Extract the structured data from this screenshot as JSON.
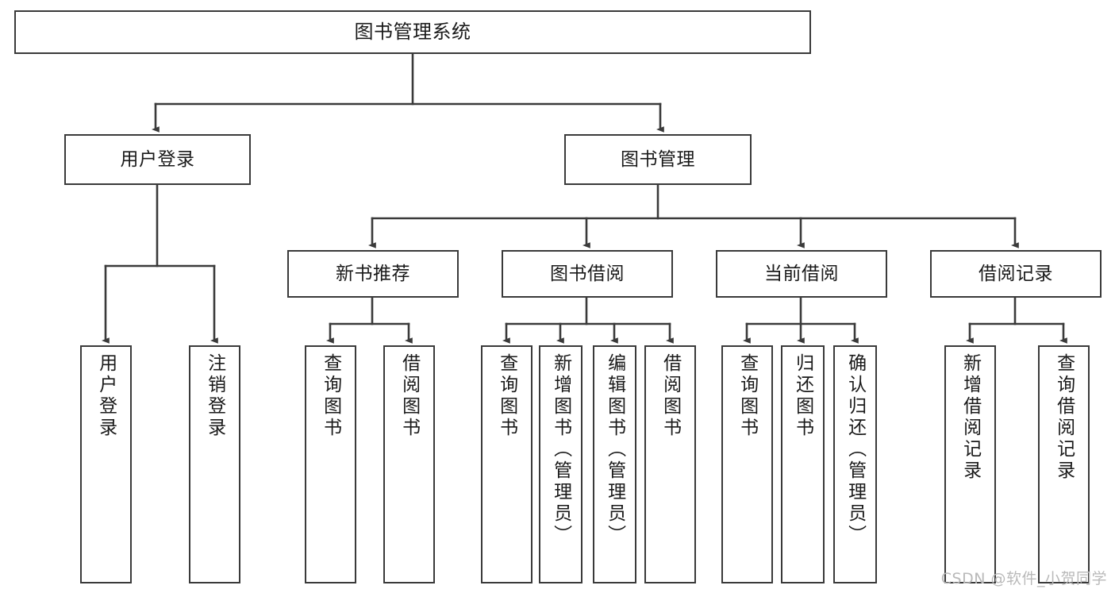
{
  "diagram": {
    "type": "tree",
    "title": "图书管理系统",
    "orientation": "top-down",
    "colors": {
      "box_border": "#3a3a3a",
      "box_fill": "#ffffff",
      "edge": "#3a3a3a",
      "text": "#1a1a1a",
      "watermark": "#b9b9b9",
      "background": "#ffffff"
    },
    "root": {
      "id": "root",
      "label": "图书管理系统"
    },
    "level1": [
      {
        "id": "l1-user-login",
        "label": "用户登录"
      },
      {
        "id": "l1-book-manage",
        "label": "图书管理"
      }
    ],
    "level2": [
      {
        "id": "l2-new-book-rec",
        "label": "新书推荐",
        "parent": "l1-book-manage"
      },
      {
        "id": "l2-book-borrow",
        "label": "图书借阅",
        "parent": "l1-book-manage"
      },
      {
        "id": "l2-current-borrow",
        "label": "当前借阅",
        "parent": "l1-book-manage"
      },
      {
        "id": "l2-borrow-record",
        "label": "借阅记录",
        "parent": "l1-book-manage"
      }
    ],
    "leaves": [
      {
        "id": "leaf-user-login",
        "label": "用户登录",
        "parent": "l1-user-login"
      },
      {
        "id": "leaf-logout",
        "label": "注销登录",
        "parent": "l1-user-login"
      },
      {
        "id": "leaf-rec-query",
        "label": "查询图书",
        "parent": "l2-new-book-rec"
      },
      {
        "id": "leaf-rec-borrow",
        "label": "借阅图书",
        "parent": "l2-new-book-rec"
      },
      {
        "id": "leaf-borrow-query",
        "label": "查询图书",
        "parent": "l2-book-borrow"
      },
      {
        "id": "leaf-borrow-add",
        "label": "新增图书（管理员）",
        "parent": "l2-book-borrow"
      },
      {
        "id": "leaf-borrow-edit",
        "label": "编辑图书（管理员）",
        "parent": "l2-book-borrow"
      },
      {
        "id": "leaf-borrow-do",
        "label": "借阅图书",
        "parent": "l2-book-borrow"
      },
      {
        "id": "leaf-cur-query",
        "label": "查询图书",
        "parent": "l2-current-borrow"
      },
      {
        "id": "leaf-cur-return",
        "label": "归还图书",
        "parent": "l2-current-borrow"
      },
      {
        "id": "leaf-cur-confirm",
        "label": "确认归还（管理员）",
        "parent": "l2-current-borrow"
      },
      {
        "id": "leaf-rec-add",
        "label": "新增借阅记录",
        "parent": "l2-borrow-record"
      },
      {
        "id": "leaf-rec-query-record",
        "label": "查询借阅记录",
        "parent": "l2-borrow-record"
      }
    ]
  },
  "watermark": {
    "text": "CSDN @软件_小贺同学"
  }
}
